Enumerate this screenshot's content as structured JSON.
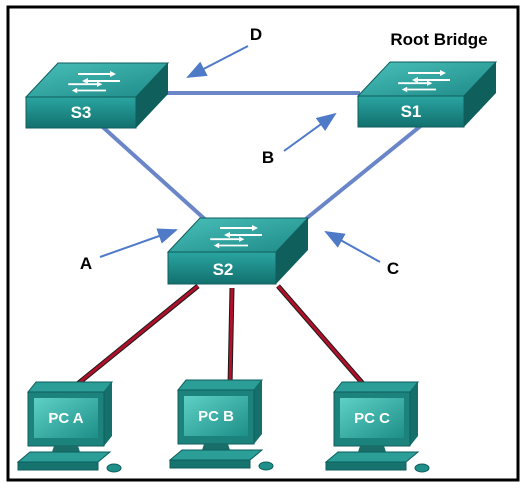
{
  "root_label": "Root Bridge",
  "switches": {
    "s1": {
      "label": "S1"
    },
    "s2": {
      "label": "S2"
    },
    "s3": {
      "label": "S3"
    }
  },
  "pcs": {
    "pc_a": {
      "label": "PC A"
    },
    "pc_b": {
      "label": "PC B"
    },
    "pc_c": {
      "label": "PC C"
    }
  },
  "markers": {
    "a": "A",
    "b": "B",
    "c": "C",
    "d": "D"
  },
  "colors": {
    "trunk_link": "#6a86c8",
    "access_link": "#b0102a",
    "switch_teal": "#1f8f8c",
    "pc_teal": "#2a9e97",
    "arrow": "#4f7ac8"
  }
}
